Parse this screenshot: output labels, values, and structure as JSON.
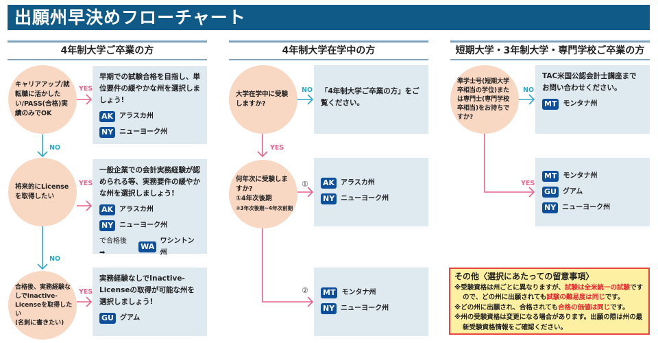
{
  "title": "出願州早決めフローチャート",
  "colors": {
    "header": "#0f5a87",
    "yes": "#e8608a",
    "no": "#2aa8c8",
    "circle": "#f8d7c3",
    "box": "#dfe9f0",
    "badge": "#0e4f9c",
    "note_bg": "#fdf0a2",
    "note_border": "#e8453c"
  },
  "labels": {
    "yes": "YES",
    "no": "NO",
    "one": "①",
    "two": "②"
  },
  "col1": {
    "title": "4年制大学ご卒業の方",
    "q1": "キャリアアップ/就転職に活かしたい/PASS(合格)実績のみでOK",
    "a1": "早期での試験合格を目指し、単位要件の緩やかな州を選択しましょう!",
    "a1_states": [
      {
        "code": "AK",
        "name": "アラスカ州"
      },
      {
        "code": "NY",
        "name": "ニューヨーク州"
      }
    ],
    "q2": "将来的にLicenseを取得したい",
    "a2": "一般企業での会計実務経験が認められる等、実務要件の緩やかな州を選択しましょう!",
    "a2_states": [
      {
        "code": "AK",
        "name": "アラスカ州"
      },
      {
        "code": "NY",
        "name": "ニューヨーク州"
      }
    ],
    "a2_after": "で合格後➡",
    "a2_after_state": {
      "code": "WA",
      "name": "ワシントン州"
    },
    "q3": "合格後、実務経験なしでInactive-Licenseを取得したい",
    "q3_sub": "(名刺に書きたい)",
    "a3": "実務経験なしでInactive-Licenseの取得が可能な州を選択しましょう!",
    "a3_states": [
      {
        "code": "GU",
        "name": "グアム"
      }
    ]
  },
  "col2": {
    "title": "4年制大学在学中の方",
    "q1": "大学在学中に受験しますか?",
    "a1": "「4年制大学ご卒業の方」をご覧ください。",
    "q2": "何年次に受験しますか?",
    "q2_opt1": "①4年次後期",
    "q2_opt2": "②3年次後期~4年次前期",
    "a2_states": [
      {
        "code": "AK",
        "name": "アラスカ州"
      },
      {
        "code": "NY",
        "name": "ニューヨーク州"
      }
    ],
    "a3_states": [
      {
        "code": "MT",
        "name": "モンタナ州"
      },
      {
        "code": "NY",
        "name": "ニューヨーク州"
      }
    ]
  },
  "col3": {
    "title": "短期大学・3年制大学・専門学校ご卒業の方",
    "q1": "準学士号(短期大学卒相当の学位)または専門士(専門学校卒相当)をお持ちですか?",
    "a1": "TAC米国公認会計士講座までお問い合わせください。",
    "a1_states": [
      {
        "code": "MT",
        "name": "モンタナ州"
      }
    ],
    "a2_states": [
      {
        "code": "MT",
        "name": "モンタナ州"
      },
      {
        "code": "GU",
        "name": "グアム"
      },
      {
        "code": "NY",
        "name": "ニューヨーク州"
      }
    ]
  },
  "note": {
    "title": "その他〈選択にあたっての留意事項〉",
    "l1a": "※受験資格は州ごとに異なりますが、",
    "l1b": "試験は全米統一の試験",
    "l1c": "ですので、どの州に出願されても",
    "l1d": "試験の難易度は同じ",
    "l1e": "です。",
    "l2a": "※どの州に出願され、合格されても",
    "l2b": "合格の価値は同じ",
    "l2c": "です。",
    "l3": "※州の受験資格は変更になる場合があります。出願の際は州の最新受験資格情報をご確認ください。"
  }
}
